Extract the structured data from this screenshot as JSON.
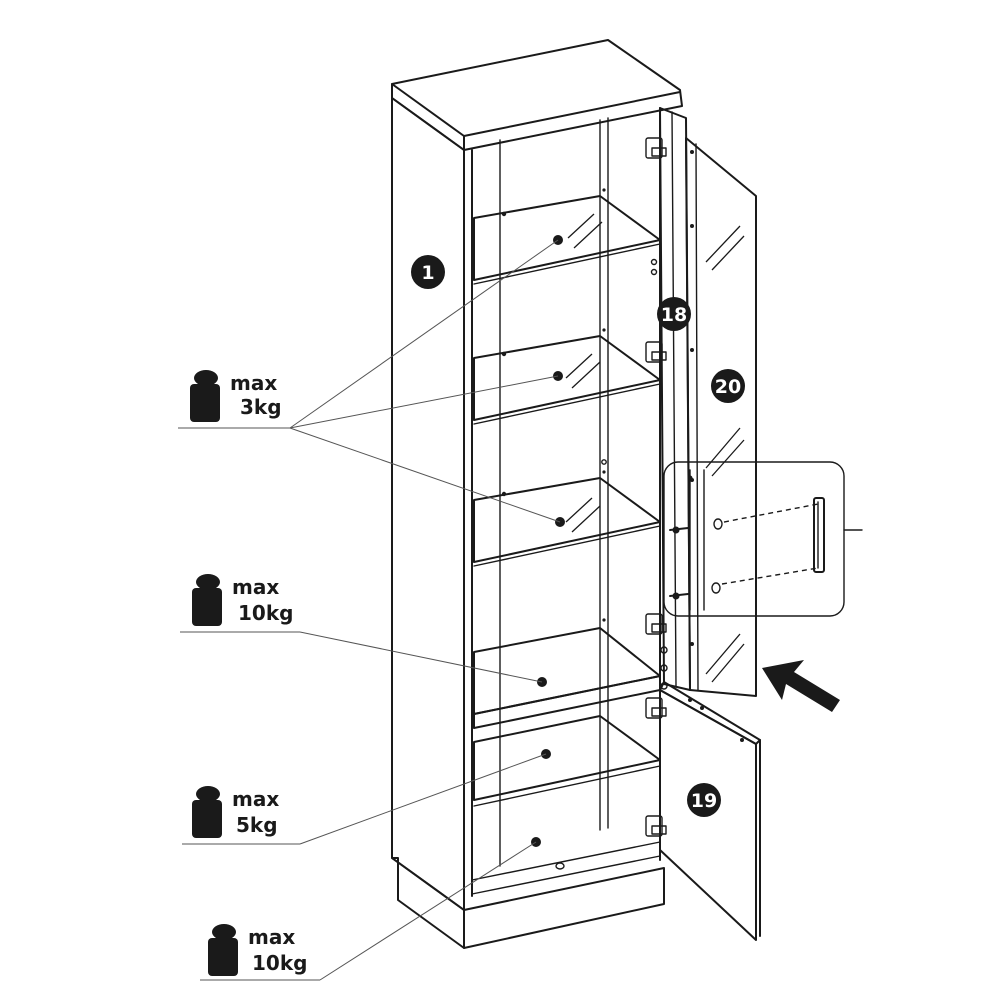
{
  "parts": {
    "cabinet": "1",
    "door_upper_frame": "18",
    "door_lower": "19",
    "door_glass": "20"
  },
  "loads": [
    {
      "line1": "max",
      "line2": "3kg"
    },
    {
      "line1": "max",
      "line2": "10kg"
    },
    {
      "line1": "max",
      "line2": "5kg"
    },
    {
      "line1": "max",
      "line2": "10kg"
    }
  ]
}
